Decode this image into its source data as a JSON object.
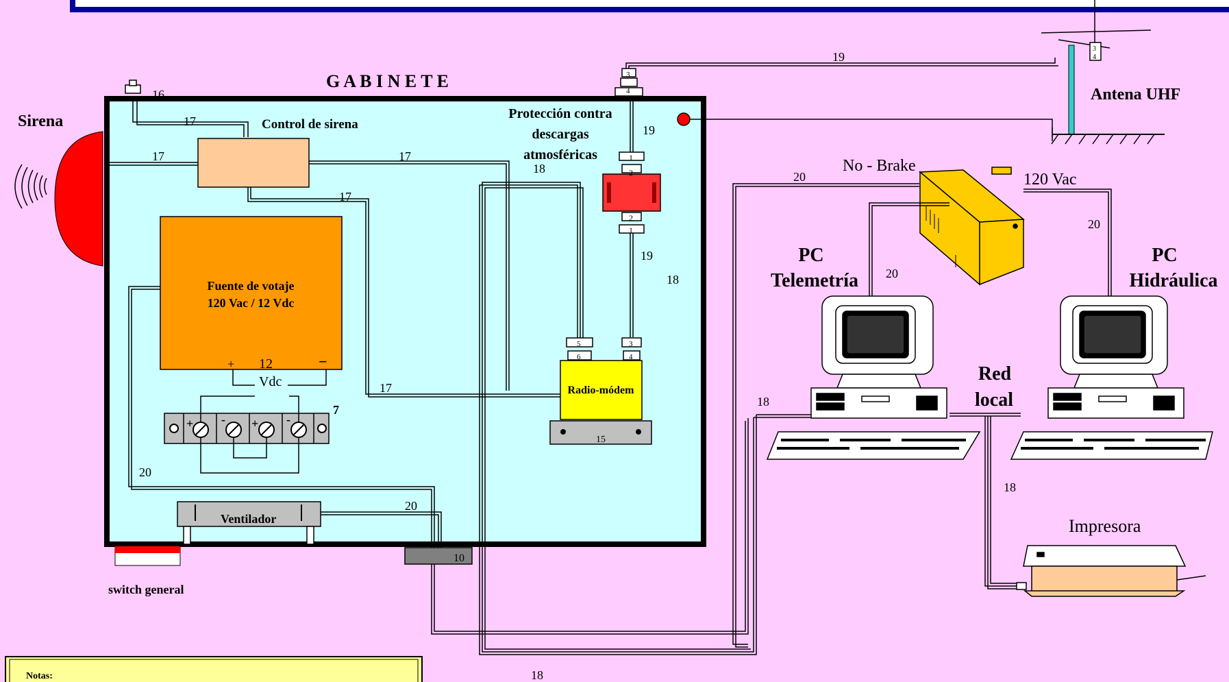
{
  "title": "G A B I N E T E",
  "labels": {
    "sirena": "Sirena",
    "control_sirena": "Control de sirena",
    "proteccion_1": "Protección contra",
    "proteccion_2": "descargas",
    "proteccion_3": "atmosféricas",
    "fuente_1": "Fuente de votaje",
    "fuente_2": "120 Vac / 12 Vdc",
    "plus": "+",
    "twelve": "12",
    "minus": "−",
    "vdc": "Vdc",
    "radio_modem": "Radio-módem",
    "ventilador": "Ventilador",
    "switch_general": "switch general",
    "antena": "Antena UHF",
    "no_brake": "No - Brake",
    "vac": "120 Vac",
    "pc_tele_1": "PC",
    "pc_tele_2": "Telemetría",
    "pc_hidr_1": "PC",
    "pc_hidr_2": "Hidráulica",
    "red_1": "Red",
    "red_2": "local",
    "impresora": "Impresora",
    "notas": "Notas:"
  },
  "numbers": {
    "n16": "16",
    "n17a": "17",
    "n17b": "17",
    "n17c": "17",
    "n17d": "17",
    "n17e": "17",
    "n18a": "18",
    "n18b": "18",
    "n18c": "18",
    "n18d": "18",
    "n18e": "18",
    "n19a": "19",
    "n19b": "19",
    "n19c": "19",
    "n20a": "20",
    "n20b": "20",
    "n20c": "20",
    "n20d": "20",
    "n20e": "20",
    "n7": "7",
    "n10": "10",
    "n15": "15",
    "c1a": "1",
    "c2a": "2",
    "c2b": "2",
    "c1b": "1",
    "c3a": "3",
    "c4a": "4",
    "c3b": "3",
    "c4b": "4",
    "c5": "5",
    "c6": "6",
    "c3c": "3",
    "c4c": "4",
    "tp1": "+",
    "tm1": "-",
    "tp2": "+",
    "tm2": "-"
  },
  "colors": {
    "background": "#ffccff",
    "cabinet": "#ccffff",
    "power_supply": "#ff9900",
    "modem": "#ffff00",
    "protector": "#ff3333",
    "siren": "#ff0000",
    "ups": "#ffcc00",
    "notes": "#ffff99",
    "title_bar": "#000099"
  }
}
